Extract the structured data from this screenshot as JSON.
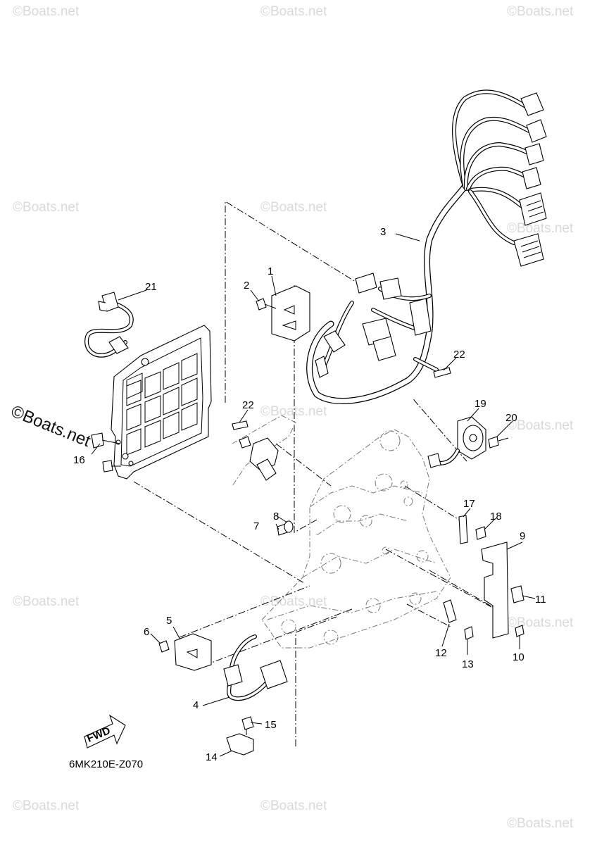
{
  "diagram_code": "6MK210E-Z070",
  "fwd_label": "FWD",
  "watermark": "©Boats.net",
  "watermark_large": "©Boats.net",
  "callouts": [
    "1",
    "2",
    "3",
    "4",
    "5",
    "6",
    "7",
    "8",
    "9",
    "10",
    "11",
    "12",
    "13",
    "14",
    "15",
    "16",
    "17",
    "18",
    "19",
    "20",
    "21",
    "22",
    "22"
  ]
}
